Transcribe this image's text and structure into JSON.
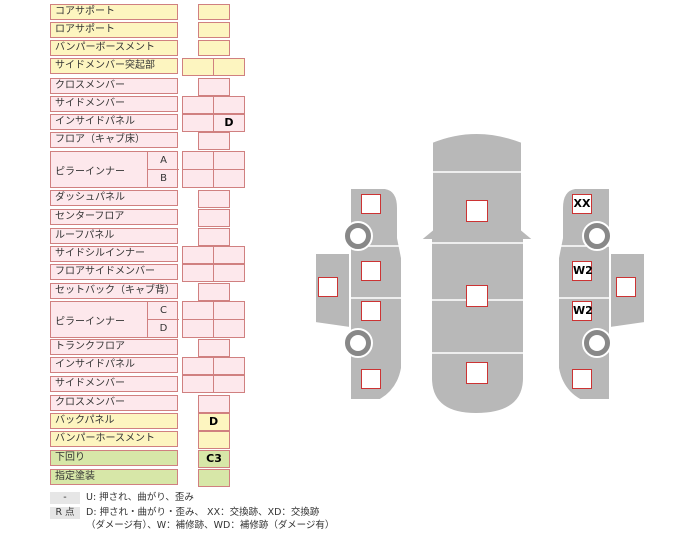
{
  "table": {
    "rows": [
      {
        "label": "コアサポート",
        "cells": [
          "",
          ""
        ],
        "values": [
          "",
          ""
        ]
      },
      {
        "label": "ロアサポート",
        "cells": [
          "",
          ""
        ],
        "values": [
          "",
          ""
        ]
      },
      {
        "label": "バンパーボースメント",
        "cells": [
          "",
          ""
        ],
        "values": [
          "",
          ""
        ]
      },
      {
        "label": "サイドメンバー突起部",
        "cells": [
          "",
          ""
        ],
        "values": [
          "",
          ""
        ]
      },
      {
        "label": "クロスメンバー",
        "cells": [
          "",
          ""
        ],
        "values": [
          "",
          ""
        ]
      },
      {
        "label": "サイドメンバー",
        "cells": [
          "",
          ""
        ],
        "values": [
          "",
          ""
        ]
      },
      {
        "label": "インサイドパネル",
        "cells": [
          "",
          ""
        ],
        "values": [
          "",
          "D"
        ]
      },
      {
        "label": "フロア（キャブ床）",
        "cells": [
          "",
          ""
        ],
        "values": [
          "",
          ""
        ]
      },
      {
        "label": "ダッシュパネル",
        "cells": [
          "",
          ""
        ],
        "values": [
          "",
          ""
        ]
      },
      {
        "label": "センターフロア",
        "cells": [
          "",
          ""
        ],
        "values": [
          "",
          ""
        ]
      },
      {
        "label": "ルーフパネル",
        "cells": [
          "",
          ""
        ],
        "values": [
          "",
          ""
        ]
      },
      {
        "label": "サイドシルインナー",
        "cells": [
          "",
          ""
        ],
        "values": [
          "",
          ""
        ]
      },
      {
        "label": "フロアサイドメンバー",
        "cells": [
          "",
          ""
        ],
        "values": [
          "",
          ""
        ]
      },
      {
        "label": "セットバック（キャブ背）",
        "cells": [
          "",
          ""
        ],
        "values": [
          "",
          ""
        ]
      },
      {
        "label": "トランクフロア",
        "cells": [
          "",
          ""
        ],
        "values": [
          "",
          ""
        ]
      },
      {
        "label": "インサイドパネル",
        "cells": [
          "",
          ""
        ],
        "values": [
          "",
          ""
        ]
      },
      {
        "label": "サイドメンバー",
        "cells": [
          "",
          ""
        ],
        "values": [
          "",
          ""
        ]
      },
      {
        "label": "クロスメンバー",
        "cells": [
          "",
          ""
        ],
        "values": [
          "",
          ""
        ]
      },
      {
        "label": "バックパネル",
        "cells": [
          "",
          ""
        ],
        "values": [
          "D",
          ""
        ]
      },
      {
        "label": "バンパーホースメント",
        "cells": [
          "",
          ""
        ],
        "values": [
          "",
          ""
        ]
      },
      {
        "label": "下回り",
        "cells": [
          "",
          ""
        ],
        "values": [
          "C3",
          ""
        ]
      },
      {
        "label": "指定塗装",
        "cells": [
          "",
          ""
        ],
        "values": [
          "",
          ""
        ]
      }
    ],
    "pillar1": {
      "label": "ピラーインナー",
      "sub_a": "A",
      "sub_b": "B"
    },
    "pillar2": {
      "label": "ピラーインナー",
      "sub_a": "C",
      "sub_b": "D"
    }
  },
  "legend": {
    "key1": "-",
    "text1": "U: 押され、曲がり、歪み",
    "key2": "R 点",
    "text2": "D: 押され・曲がり・歪み、 XX：交換跡、XD：交換跡",
    "text3": "（ダメージ有）、W：補修跡、WD：補修跡（ダメージ有）"
  },
  "diagram": {
    "marks": [
      {
        "id": "fl-1",
        "value": ""
      },
      {
        "id": "fl-2",
        "value": ""
      },
      {
        "id": "fl-3",
        "value": ""
      },
      {
        "id": "fl-4",
        "value": ""
      },
      {
        "id": "fl-5",
        "value": ""
      },
      {
        "id": "c-1",
        "value": ""
      },
      {
        "id": "c-2",
        "value": ""
      },
      {
        "id": "c-3",
        "value": ""
      },
      {
        "id": "fr-1",
        "value": "XX"
      },
      {
        "id": "fr-2",
        "value": "W2"
      },
      {
        "id": "fr-3",
        "value": "W2"
      },
      {
        "id": "fr-4",
        "value": ""
      },
      {
        "id": "fr-5",
        "value": ""
      }
    ]
  },
  "colors": {
    "yellow": "#fdf5c0",
    "pink": "#fde8ec",
    "green": "#d7e7a8",
    "border": "#d08080",
    "car": "#b8b8b8",
    "mark_border": "#cc3333"
  }
}
